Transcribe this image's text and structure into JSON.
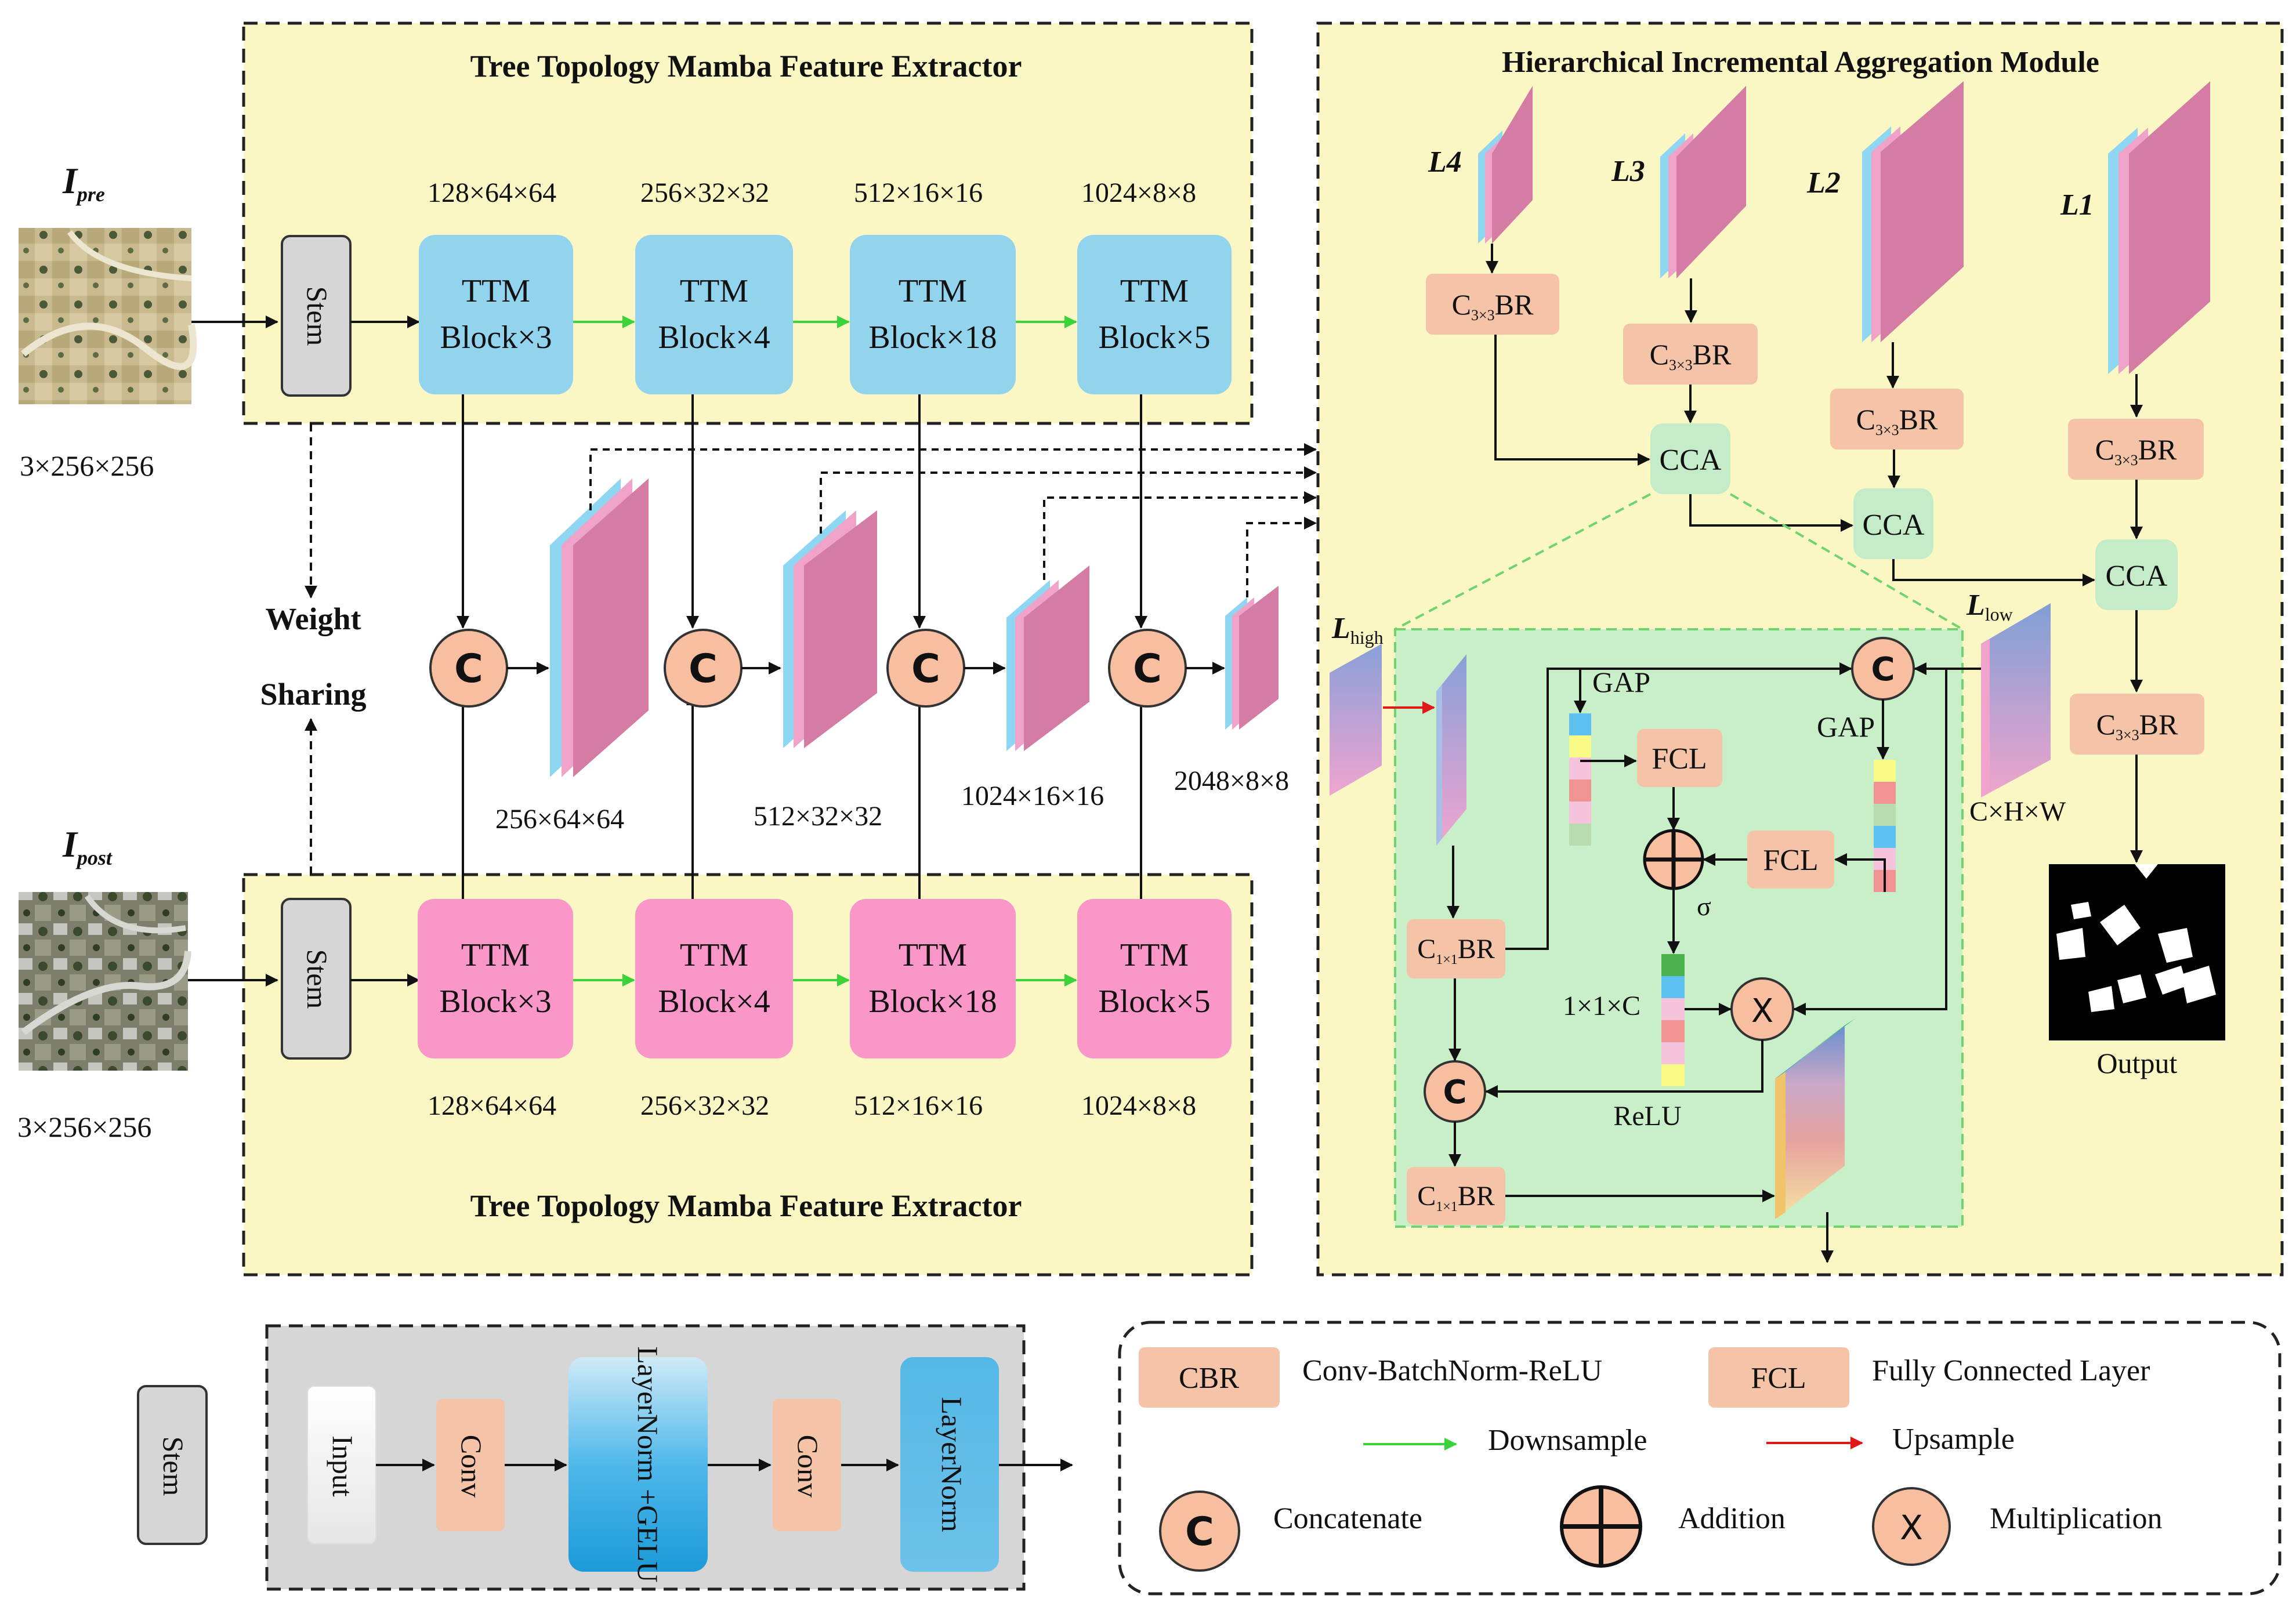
{
  "extractor": {
    "top_title": "Tree Topology Mamba Feature Extractor",
    "bottom_title": "Tree Topology Mamba Feature Extractor",
    "stem_label": "Stem",
    "top_dims": [
      "128×64×64",
      "256×32×32",
      "512×16×16",
      "1024×8×8"
    ],
    "bottom_dims": [
      "128×64×64",
      "256×32×32",
      "512×16×16",
      "1024×8×8"
    ],
    "blocks_top": [
      {
        "line1": "TTM",
        "line2": "Block×3"
      },
      {
        "line1": "TTM",
        "line2": "Block×4"
      },
      {
        "line1": "TTM",
        "line2": "Block×18"
      },
      {
        "line1": "TTM",
        "line2": "Block×5"
      }
    ],
    "blocks_bottom": [
      {
        "line1": "TTM",
        "line2": "Block×3"
      },
      {
        "line1": "TTM",
        "line2": "Block×4"
      },
      {
        "line1": "TTM",
        "line2": "Block×18"
      },
      {
        "line1": "TTM",
        "line2": "Block×5"
      }
    ]
  },
  "inputs": {
    "pre_label_main": "I",
    "pre_label_sub": "pre",
    "post_label_main": "I",
    "post_label_sub": "post",
    "pre_dims": "3×256×256",
    "post_dims": "3×256×256"
  },
  "sharing": {
    "line1": "Weight",
    "line2": "Sharing"
  },
  "concat": {
    "symbol": "C",
    "dims": [
      "256×64×64",
      "512×32×32",
      "1024×16×16",
      "2048×8×8"
    ]
  },
  "hiam": {
    "title": "Hierarchical Incremental Aggregation Module",
    "levels": [
      "L4",
      "L3",
      "L2",
      "L1"
    ],
    "cbr_main": "C",
    "cbr_sub": "3×3",
    "cbr_tail": "BR",
    "cca_label": "CCA",
    "output_label": "Output"
  },
  "cca_detail": {
    "l_high_main": "L",
    "l_high_sub": "high",
    "l_low_main": "L",
    "l_low_sub": "low",
    "gap": "GAP",
    "fcl": "FCL",
    "sigma": "σ",
    "vec_label": "1×1×C",
    "relu": "ReLU",
    "chw": "C×H×W",
    "c1_main": "C",
    "c1_sub": "1×1",
    "c1_tail": "BR",
    "concat_symbol": "C",
    "mult_symbol": "X"
  },
  "stem_detail": {
    "label": "Stem",
    "steps": [
      "Input",
      "Conv",
      "LayerNorm +GELU",
      "Conv",
      "LayerNorm"
    ]
  },
  "legend": {
    "cbr_box": "CBR",
    "cbr_text": "Conv-BatchNorm-ReLU",
    "fcl_box": "FCL",
    "fcl_text": "Fully Connected Layer",
    "down_text": "Downsample",
    "up_text": "Upsample",
    "concat_symbol": "C",
    "concat_text": "Concatenate",
    "add_text": "Addition",
    "mult_symbol": "X",
    "mult_text": "Multiplication"
  },
  "colors": {
    "panel_yellow": "#fbf7c4",
    "panel_green": "#c9efc9",
    "ttm_blue": "#92d3ee",
    "ttm_pink": "#fb96c8",
    "cbr_peach": "#f5c4a8",
    "cca_green": "#c5ecc8",
    "concat_peach": "#f7be9f",
    "feature_pink": "#d47ca3",
    "feature_blue": "#8fd6f3",
    "arrow_green": "#3ad43a",
    "arrow_red": "#e01818"
  }
}
